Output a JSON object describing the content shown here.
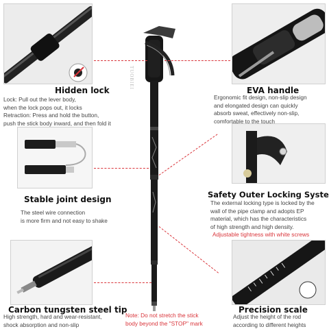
{
  "brand_text": "TUOBIEI",
  "features": {
    "hidden_lock": {
      "title": "Hidden lock",
      "lines": [
        "Lock: Pull out the lever body,",
        "when the lock pops out, it locks",
        "Retraction: Press and hold the button,",
        "push the stick body inward, and then fold it"
      ]
    },
    "stable_joint": {
      "title": "Stable joint design",
      "lines": [
        "The steel wire connection",
        "is more firm and not easy to shake"
      ]
    },
    "carbon_tip": {
      "title": "Carbon tungsten steel tip",
      "lines": [
        "High strength, hard and wear-resistant,",
        "shock absorption and non-slip"
      ]
    },
    "eva_handle": {
      "title": "EVA handle",
      "lines": [
        "Ergonomic fit design, non-slip design",
        "and elongated design can quickly",
        "absorb sweat, effectively non-slip,",
        "comfortable to the touch"
      ]
    },
    "outer_locking": {
      "title": "Safety Outer Locking System",
      "lines": [
        "The external locking type is locked by the",
        "wall of the pipe clamp and adopts EP",
        "material, which has the characteristics",
        "of high strength and high density."
      ],
      "note": "Adjustable tightness with white screws"
    },
    "precision_scale": {
      "title": "Precision scale",
      "lines": [
        "Adjust the height of the rod",
        "according to different heights"
      ]
    }
  },
  "note": {
    "lines": [
      "Note: Do not stretch the stick",
      "body beyond the \"STOP\" mark"
    ]
  },
  "colors": {
    "accent": "#d9343a",
    "pole": "#1a1a1a",
    "title": "#111111"
  }
}
